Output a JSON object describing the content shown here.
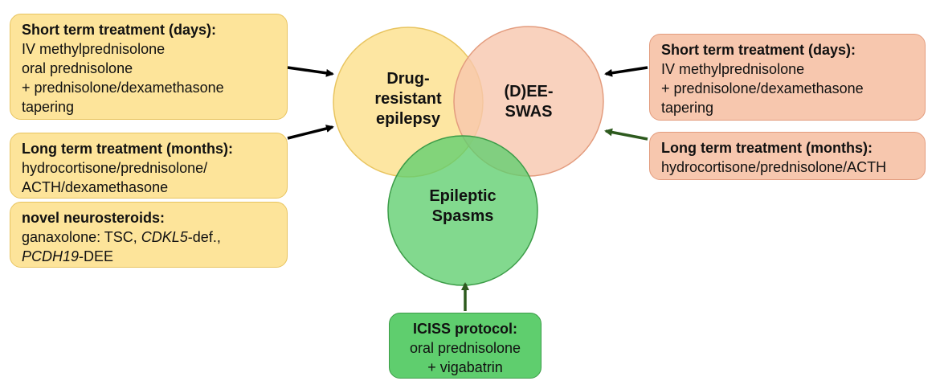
{
  "circles": {
    "drug_resistant": {
      "lines": [
        "Drug-",
        "resistant",
        "epilepsy"
      ],
      "color": "#fde49a"
    },
    "dee_swas": {
      "lines": [
        "(D)EE-",
        "SWAS"
      ],
      "color": "#f7c7ae"
    },
    "epileptic_spasms": {
      "lines": [
        "Epileptic",
        "Spasms"
      ],
      "color": "#5fce6e"
    }
  },
  "boxes": {
    "left_short": {
      "title": "Short term treatment (days):",
      "lines": [
        "IV methylprednisolone",
        "oral prednisolone",
        "+ prednisolone/dexamethasone",
        "tapering"
      ]
    },
    "left_long": {
      "title": "Long term treatment (months):",
      "lines": [
        "hydrocortisone/prednisolone/",
        "ACTH/dexamethasone"
      ]
    },
    "left_novel": {
      "title": "novel neurosteroids:",
      "line1": "ganaxolone: TSC, ",
      "line1_italic": "CDKL5",
      "line1_after": "-def.,",
      "line2_italic": "PCDH19",
      "line2_after": "-DEE"
    },
    "right_short": {
      "title": "Short term treatment (days):",
      "lines": [
        "IV methylprednisolone",
        "+ prednisolone/dexamethasone",
        "tapering"
      ]
    },
    "right_long": {
      "title": "Long term treatment (months):",
      "lines": [
        "hydrocortisone/prednisolone/ACTH"
      ]
    },
    "bottom_iciss": {
      "title": "ICISS protocol:",
      "lines": [
        "oral prednisolone",
        "+ vigabatrin"
      ]
    }
  },
  "colors": {
    "yellow": "#fde49a",
    "salmon": "#f7c7ae",
    "green": "#5fce6e",
    "arrow_black": "#000000",
    "arrow_green": "#2d5a1e"
  }
}
